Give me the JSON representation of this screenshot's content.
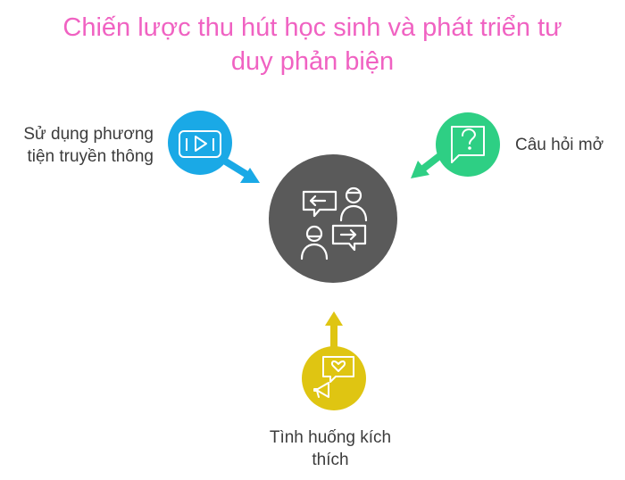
{
  "title": {
    "line1": "Chiến lược thu hút học sinh và phát triển tư",
    "line2": "duy phản biện"
  },
  "center": {
    "icon": "conversation-icon",
    "color": "#5a5a5a"
  },
  "nodes": {
    "media": {
      "label_line1": "Sử dụng phương",
      "label_line2": "tiện truyền thông",
      "icon": "video-player-icon",
      "color": "#1aa9e6"
    },
    "question": {
      "label_line1": "Câu hỏi mở",
      "icon": "question-bubble-icon",
      "color": "#2ecf84"
    },
    "situation": {
      "label_line1": "Tình huống kích",
      "label_line2": "thích",
      "icon": "megaphone-heart-icon",
      "color": "#dfc512"
    }
  }
}
